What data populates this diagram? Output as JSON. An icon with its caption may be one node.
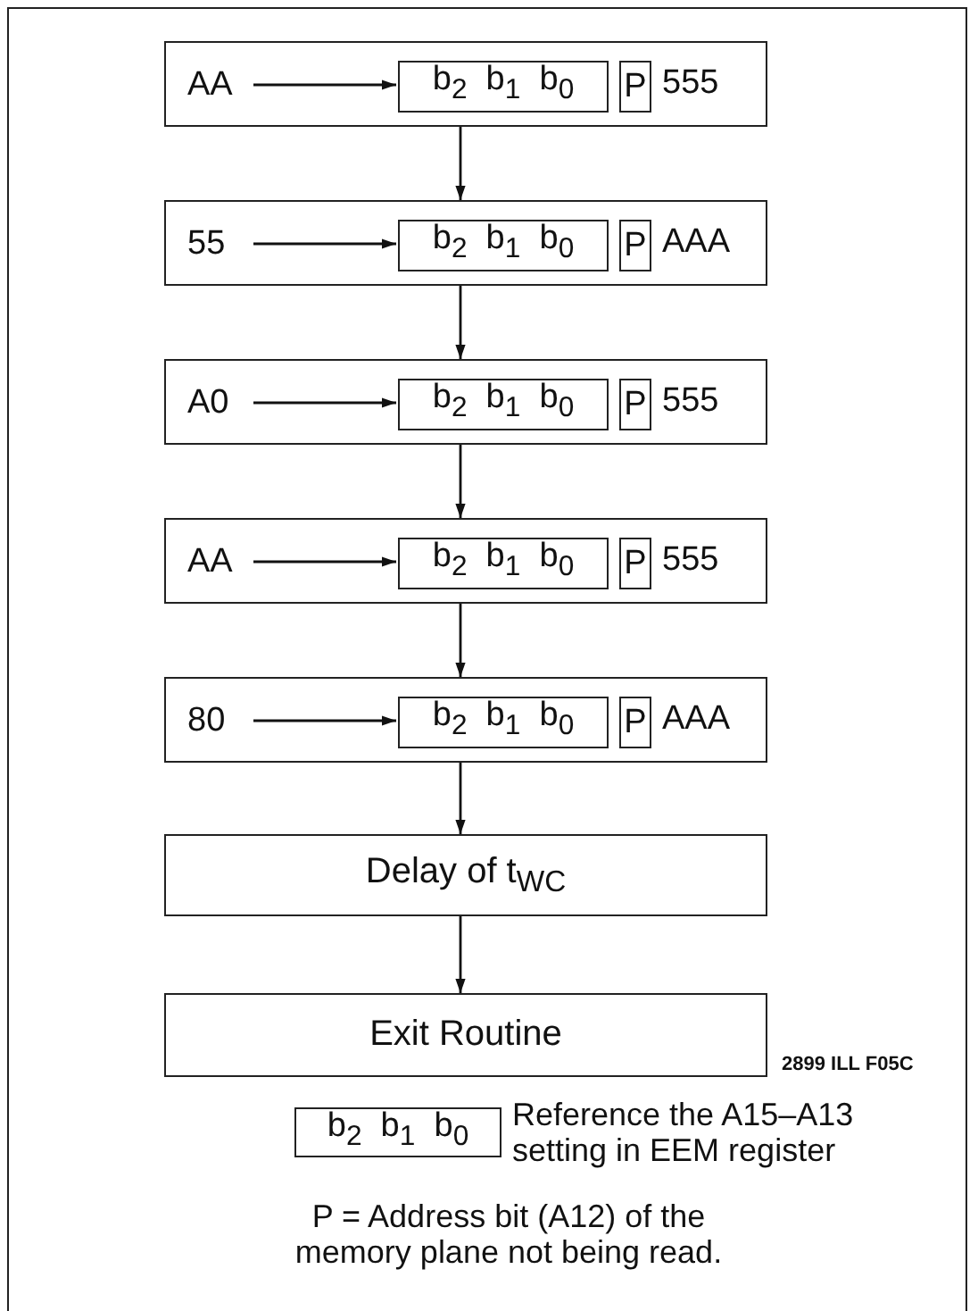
{
  "diagram": {
    "nodes": [
      {
        "text": [
          "555"
        ]
      },
      {
        "text": [
          "AA"
        ],
        "in": 0
      },
      {
        "text": [
          "b$_{2}$  b$_{1}$  b$_{0}$"
        ],
        "in": 0
      },
      {
        "text": [
          "P"
        ],
        "in": 0
      },
      {
        "text": [
          "AAA"
        ]
      },
      {
        "text": [
          "55"
        ],
        "in": 4
      },
      {
        "text": [
          "b$_{2}$  b$_{1}$  b$_{0}$"
        ],
        "in": 4
      },
      {
        "text": [
          "P"
        ],
        "in": 4
      },
      {
        "text": [
          "555"
        ]
      },
      {
        "text": [
          "A0"
        ],
        "in": 8
      },
      {
        "text": [
          "b$_{2}$  b$_{1}$  b$_{0}$"
        ],
        "in": 8
      },
      {
        "text": [
          "P"
        ],
        "in": 8
      },
      {
        "text": [
          "555"
        ]
      },
      {
        "text": [
          "AA"
        ],
        "in": 12
      },
      {
        "text": [
          "b$_{2}$  b$_{1}$  b$_{0}$"
        ],
        "in": 12
      },
      {
        "text": [
          "P"
        ],
        "in": 12
      },
      {
        "text": [
          "AAA"
        ]
      },
      {
        "text": [
          "80"
        ],
        "in": 16
      },
      {
        "text": [
          "b$_{2}$  b$_{1}$  b$_{0}$"
        ],
        "in": 16
      },
      {
        "text": [
          "P"
        ],
        "in": 16
      },
      {
        "text": [
          "Delay of t$_{WC}$"
        ]
      },
      {
        "text": [
          "Exit Routine"
        ]
      },
      {
        "text": [
          "b$_{2}$  b$_{1}$  b$_{0}$"
        ],
        "beside": [
          "Reference the A15–A13 setting in EEM register"
        ]
      }
    ],
    "edges": [
      {
        "from": 1,
        "to": 2,
        "arrow": "to"
      },
      {
        "from": 0,
        "to": 4,
        "arrow": "to"
      },
      {
        "from": 5,
        "to": 6,
        "arrow": "to"
      },
      {
        "from": 4,
        "to": 8,
        "arrow": "to"
      },
      {
        "from": 9,
        "to": 10,
        "arrow": "to"
      },
      {
        "from": 8,
        "to": 12,
        "arrow": "to"
      },
      {
        "from": 13,
        "to": 14,
        "arrow": "to"
      },
      {
        "from": 12,
        "to": 16,
        "arrow": "to"
      },
      {
        "from": 17,
        "to": 18,
        "arrow": "to"
      },
      {
        "from": 16,
        "to": 20,
        "arrow": "to"
      },
      {
        "from": 20,
        "to": 21,
        "arrow": "to"
      }
    ],
    "labels": [
      "2899 ILL F05C",
      "P = Address bit (A12) of the memory plane not being read."
    ]
  }
}
